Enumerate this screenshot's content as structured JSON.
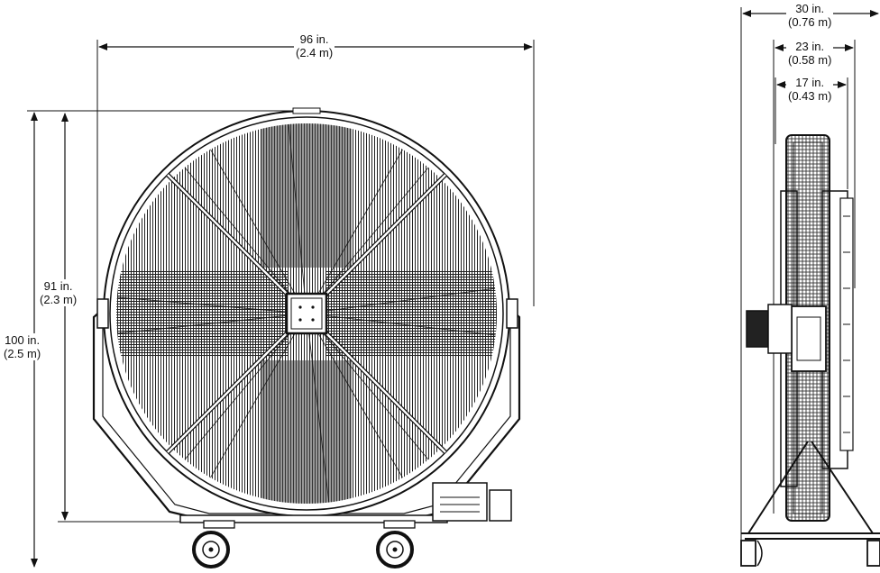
{
  "front_view": {
    "width": {
      "imperial": "96 in.",
      "metric": "(2.4 m)"
    },
    "overall_height": {
      "imperial": "100 in.",
      "metric": "(2.5 m)"
    },
    "fan_height": {
      "imperial": "91 in.",
      "metric": "(2.3 m)"
    }
  },
  "side_view": {
    "overall_depth": {
      "imperial": "30 in.",
      "metric": "(0.76 m)"
    },
    "frame_depth": {
      "imperial": "23 in.",
      "metric": "(0.58 m)"
    },
    "fan_depth": {
      "imperial": "17 in.",
      "metric": "(0.43 m)"
    }
  },
  "colors": {
    "line": "#111111",
    "grille": "#222222",
    "background": "#ffffff"
  }
}
